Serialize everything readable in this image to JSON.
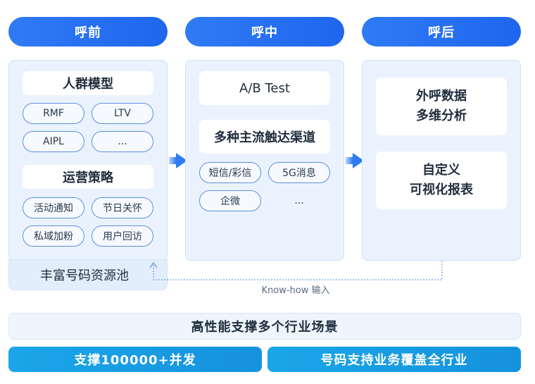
{
  "stages": {
    "pre": "呼前",
    "during": "呼中",
    "post": "呼后"
  },
  "pre": {
    "model_title": "人群模型",
    "model_tags": [
      "RMF",
      "LTV",
      "AIPL",
      "..."
    ],
    "ops_title": "运营策略",
    "ops_tags": [
      "活动通知",
      "节日关怀",
      "私域加粉",
      "用户回访"
    ],
    "pool": "丰富号码资源池"
  },
  "during": {
    "ab": "A/B Test",
    "channels_title": "多种主流触达渠道",
    "channel_tags": [
      "短信/彩信",
      "5G消息",
      "企微",
      "..."
    ]
  },
  "post": {
    "card1_line1": "外呼数据",
    "card1_line2": "多维分析",
    "card2_line1": "自定义",
    "card2_line2": "可视化报表"
  },
  "feedback_label": "Know-how 输入",
  "bottom": {
    "wide_bar": "高性能支撑多个行业场景",
    "left_bar": "支撑100000+并发",
    "right_bar": "号码支持业务覆盖全行业"
  },
  "colors": {
    "primary_blue": "#1f66ee",
    "cyan": "#1592dc",
    "panel_bg": "#eaf3fd"
  }
}
